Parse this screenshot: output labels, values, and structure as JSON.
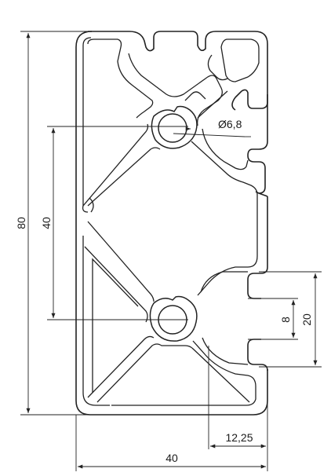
{
  "drawing": {
    "dimensions": {
      "overall_height": "80",
      "bore_spacing": "40",
      "bore_diameter": "Ø6,8",
      "slot_opening": "8",
      "slot_width": "20",
      "edge_offset": "12,25",
      "overall_width": "40"
    },
    "colors": {
      "line": "#222222",
      "background": "#ffffff"
    }
  }
}
